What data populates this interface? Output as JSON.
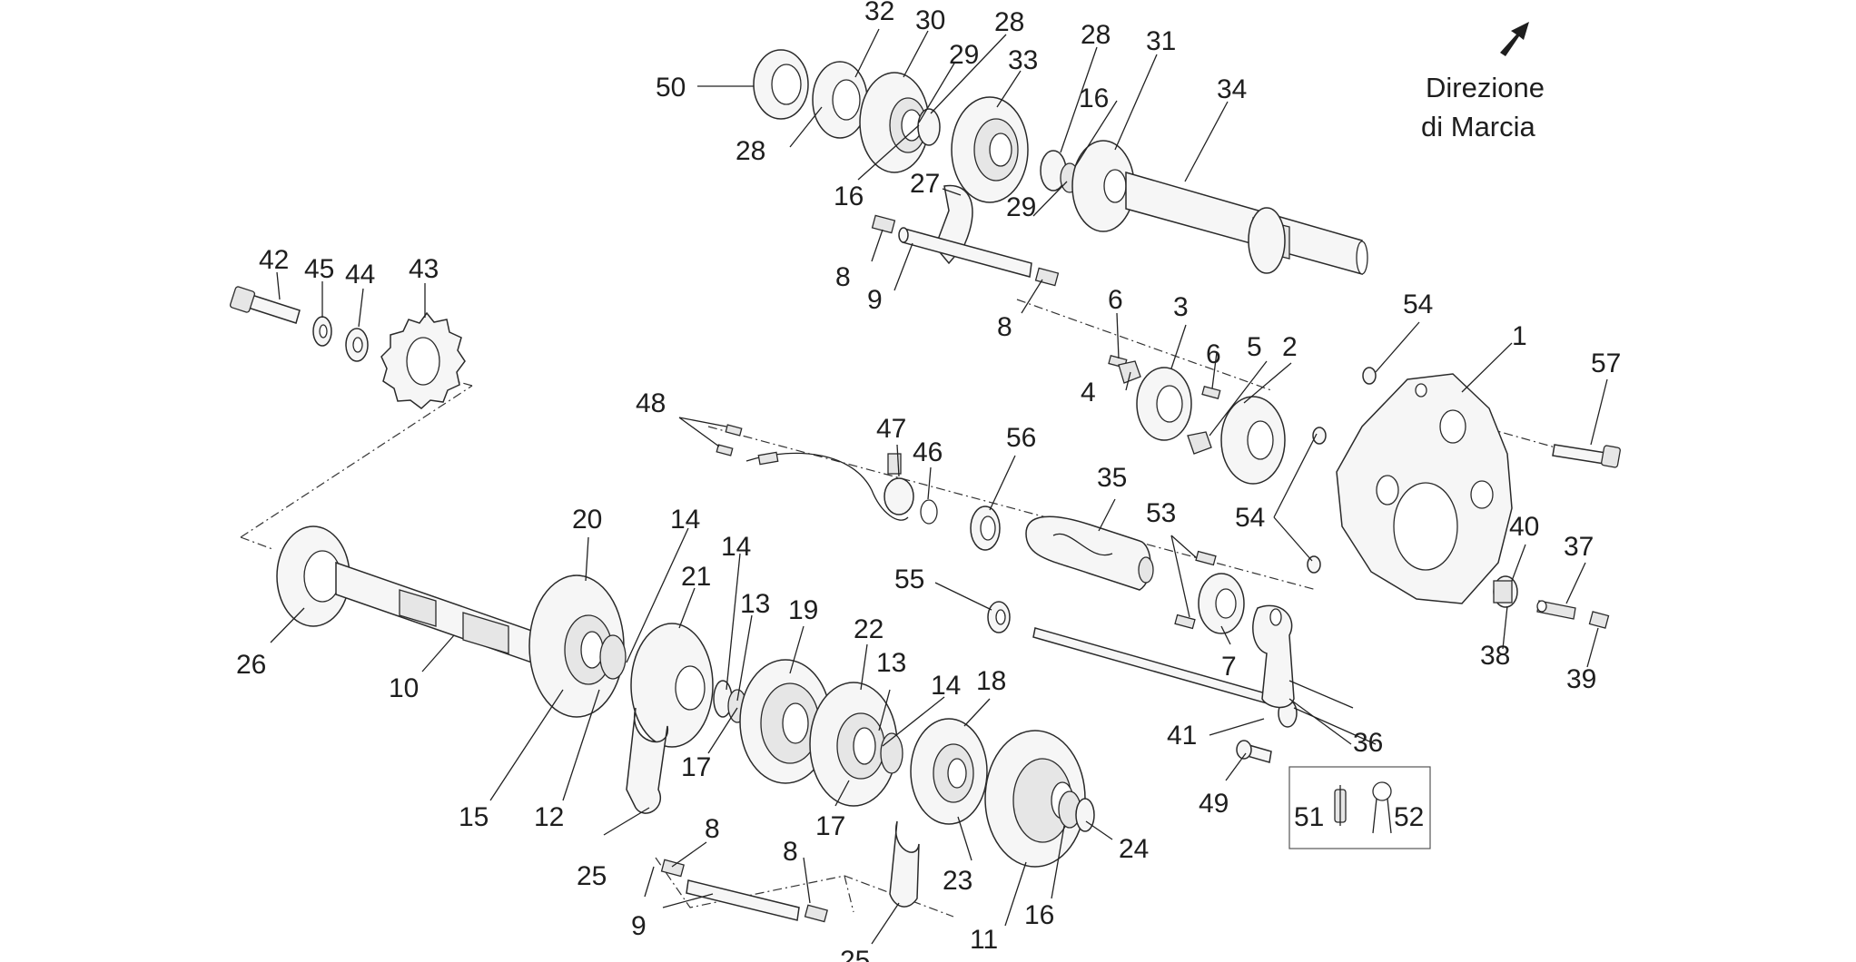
{
  "direction": {
    "line1": "Direzione",
    "line2": "di Marcia"
  },
  "labels": {
    "l1": "1",
    "l2": "2",
    "l3": "3",
    "l4": "4",
    "l5": "5",
    "l6a": "6",
    "l6b": "6",
    "l7": "7",
    "l8a": "8",
    "l8b": "8",
    "l8c": "8",
    "l8d": "8",
    "l9a": "9",
    "l9b": "9",
    "l10": "10",
    "l11": "11",
    "l12": "12",
    "l13a": "13",
    "l13b": "13",
    "l14a": "14",
    "l14b": "14",
    "l14c": "14",
    "l15": "15",
    "l16a": "16",
    "l16b": "16",
    "l16c": "16",
    "l17a": "17",
    "l17b": "17",
    "l18": "18",
    "l19": "19",
    "l20": "20",
    "l21": "21",
    "l22": "22",
    "l23": "23",
    "l24": "24",
    "l25a": "25",
    "l25b": "25",
    "l26": "26",
    "l27": "27",
    "l28a": "28",
    "l28b": "28",
    "l28c": "28",
    "l29a": "29",
    "l29b": "29",
    "l30": "30",
    "l31": "31",
    "l32": "32",
    "l33": "33",
    "l34": "34",
    "l35": "35",
    "l36": "36",
    "l37": "37",
    "l38": "38",
    "l39": "39",
    "l40": "40",
    "l41": "41",
    "l42": "42",
    "l43": "43",
    "l44": "44",
    "l45": "45",
    "l46": "46",
    "l47": "47",
    "l48": "48",
    "l49": "49",
    "l50": "50",
    "l51": "51",
    "l52": "52",
    "l53": "53",
    "l54a": "54",
    "l54b": "54",
    "l55": "55",
    "l56": "56",
    "l57": "57"
  }
}
